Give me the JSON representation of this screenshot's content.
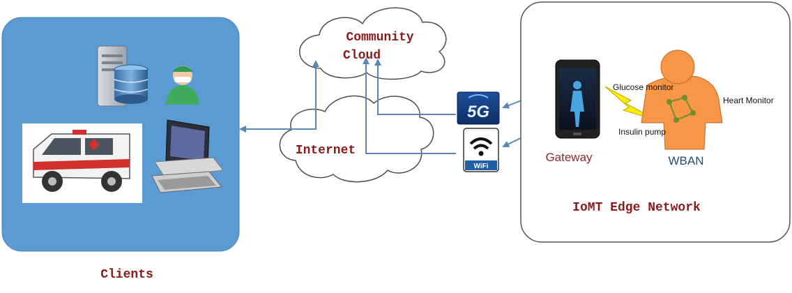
{
  "labels": {
    "clients": "Clients",
    "community_cloud_line1": "Community",
    "community_cloud_line2": "Cloud",
    "internet": "Internet",
    "gateway": "Gateway",
    "wban": "WBAN",
    "iomt_edge_network": "IoMT Edge Network",
    "glucose_monitor": "Glucose monitor",
    "heart_monitor": "Heart Monitor",
    "insulin_pump": "Insulin pump",
    "badge_5g": "5G",
    "badge_wifi": "WiFi"
  },
  "colors": {
    "clients_panel": "#5b9bd5",
    "label_dark_red": "#8b1a1a",
    "arrow_blue": "#5b87b6",
    "wban_text": "#1f4e79",
    "gateway_text": "#8b2a2a",
    "body_orange": "#f79646",
    "lightning_yellow": "#ffee00"
  },
  "icons": [
    "server-icon",
    "doctor-icon",
    "ambulance-icon",
    "computer-icon",
    "5g-icon",
    "wifi-icon",
    "smartphone-icon",
    "human-body-icon",
    "lightning-icon"
  ]
}
